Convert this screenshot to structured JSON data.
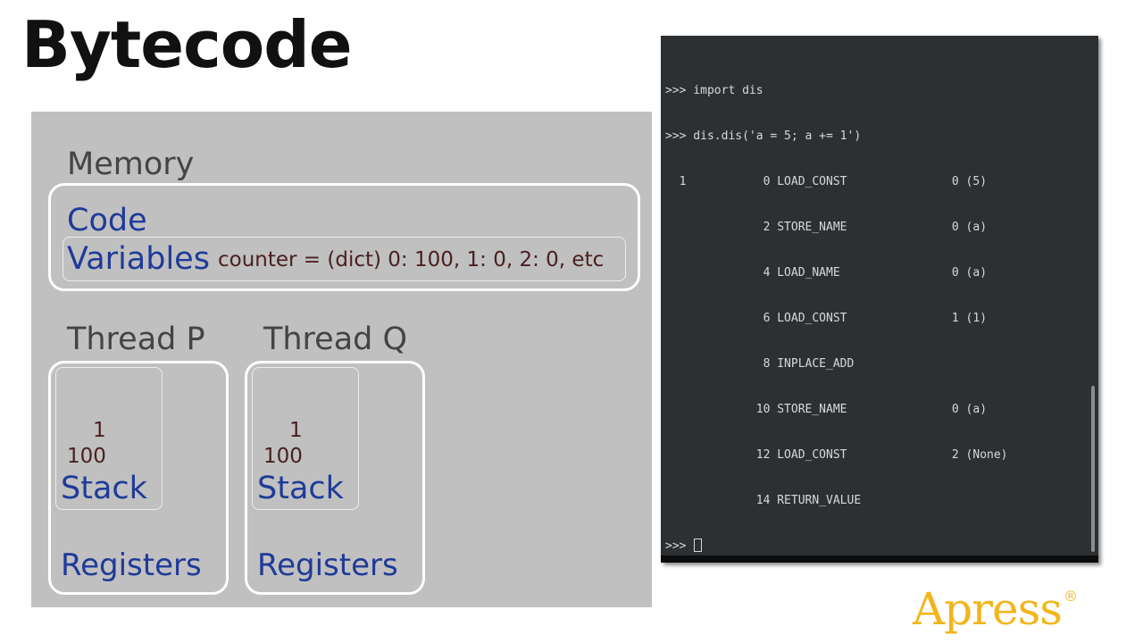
{
  "slide": {
    "title": "Bytecode"
  },
  "memory": {
    "label": "Memory",
    "code_label": "Code",
    "variables_label": "Variables",
    "variables_value": "counter = (dict) 0: 100, 1: 0, 2: 0, etc"
  },
  "threads": [
    {
      "label": "Thread P",
      "stack_values": [
        "1",
        "100"
      ],
      "stack_label": "Stack",
      "registers_label": "Registers"
    },
    {
      "label": "Thread Q",
      "stack_values": [
        "1",
        "100"
      ],
      "stack_label": "Stack",
      "registers_label": "Registers"
    }
  ],
  "terminal": {
    "lines": [
      ">>> import dis",
      ">>> dis.dis('a = 5; a += 1')",
      "  1           0 LOAD_CONST               0 (5)",
      "              2 STORE_NAME               0 (a)",
      "              4 LOAD_NAME                0 (a)",
      "              6 LOAD_CONST               1 (1)",
      "              8 INPLACE_ADD",
      "             10 STORE_NAME               0 (a)",
      "             12 LOAD_CONST               2 (None)",
      "             14 RETURN_VALUE"
    ],
    "prompt": ">>> "
  },
  "logo": {
    "text": "Apress",
    "mark": "®"
  },
  "colors": {
    "diagram_bg": "#c0c0c0",
    "label_blue": "#1f3a99",
    "terminal_bg": "#2d3033",
    "logo_gold": "#f2b51c"
  }
}
